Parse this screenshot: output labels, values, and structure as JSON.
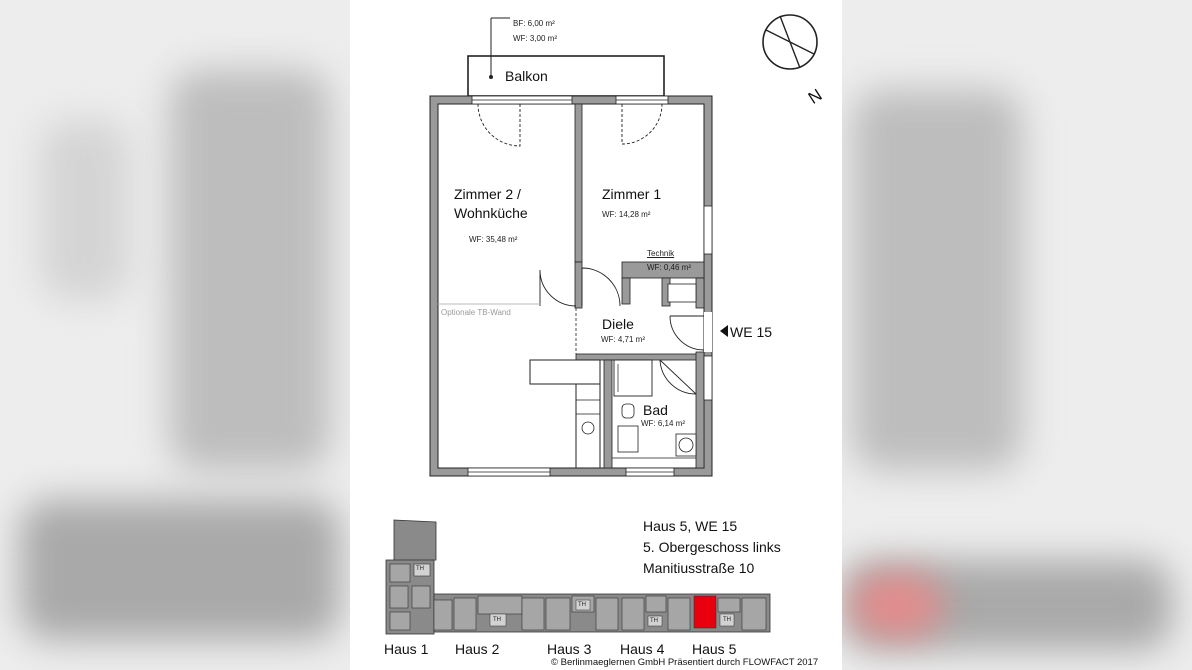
{
  "balcony": {
    "name": "Balkon",
    "bf": "BF: 6,00 m²",
    "wf": "WF: 3,00 m²"
  },
  "compass": {
    "label": "N"
  },
  "rooms": [
    {
      "id": "zimmer2",
      "name_line1": "Zimmer 2 /",
      "name_line2": "Wohnküche",
      "area": "WF: 35,48 m²"
    },
    {
      "id": "zimmer1",
      "name_line1": "Zimmer 1",
      "area": "WF: 14,28 m²"
    },
    {
      "id": "technik",
      "name_line1": "Technik",
      "area": "WF: 0,46 m²"
    },
    {
      "id": "diele",
      "name_line1": "Diele",
      "area": "WF: 4,71 m²"
    },
    {
      "id": "bad",
      "name_line1": "Bad",
      "area": "WF: 6,14 m²"
    }
  ],
  "optional_wall": "Optionale TB-Wand",
  "entrance": "WE 15",
  "info": {
    "line1": "Haus 5, WE 15",
    "line2": "5. Obergeschoss links",
    "line3": "Manitiusstraße 10"
  },
  "site_plan": {
    "houses": [
      "Haus 1",
      "Haus 2",
      "Haus 3",
      "Haus 4",
      "Haus 5"
    ],
    "stair_tag": "TH",
    "highlight_color": "#e8000f"
  },
  "copyright": "© Berlinmaeglernen GmbH Präsentiert durch FLOWFACT 2017"
}
